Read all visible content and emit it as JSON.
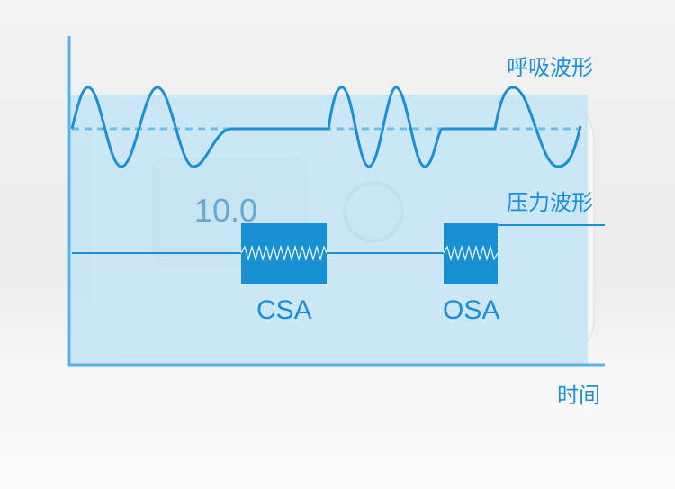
{
  "labels": {
    "respiratory_waveform": "呼吸波形",
    "pressure_waveform": "压力波形",
    "csa": "CSA",
    "osa": "OSA",
    "time": "时间"
  },
  "device": {
    "display_value": "10.0"
  },
  "colors": {
    "accent": "#1a8fd6",
    "box": "#1791d4",
    "panel": "#bfe3f6"
  }
}
